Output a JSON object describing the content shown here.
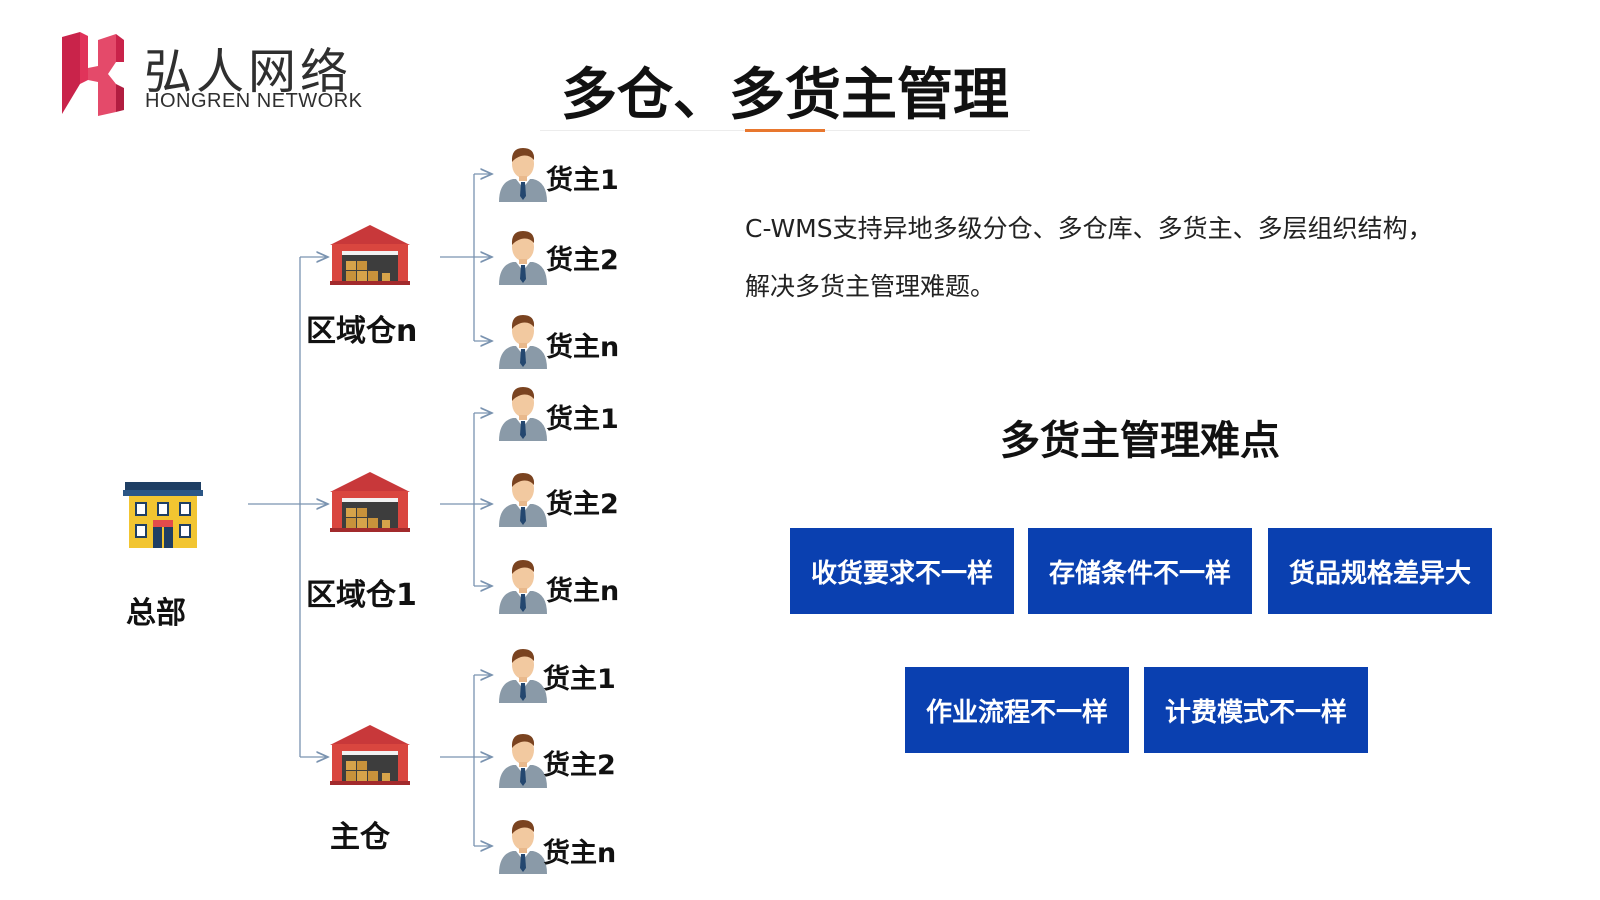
{
  "logo": {
    "cn": "弘人网络",
    "en": "HONGREN NETWORK",
    "icon": "hongren-h-logo",
    "brand_color": "#e0335a"
  },
  "title": "多仓、多货主管理",
  "colors": {
    "accent": "#e8772e",
    "tag_bg": "#0a40b0",
    "warehouse_red": "#c8383a",
    "connector": "#7a93b0"
  },
  "tree": {
    "root": {
      "label": "总部",
      "icon": "store-building-icon"
    },
    "warehouses": [
      {
        "label": "区域仓n",
        "icon": "warehouse-icon",
        "owners": [
          "货主1",
          "货主2",
          "货主n"
        ]
      },
      {
        "label": "区域仓1",
        "icon": "warehouse-icon",
        "owners": [
          "货主1",
          "货主2",
          "货主n"
        ]
      },
      {
        "label": "主仓",
        "icon": "warehouse-icon",
        "owners": [
          "货主1",
          "货主2",
          "货主n"
        ]
      }
    ],
    "owner_icon": "businessman-avatar-icon"
  },
  "description": {
    "line1": "C-WMS支持异地多级分仓、多仓库、多货主、多层组织结构，",
    "line2": "解决多货主管理难题。"
  },
  "difficulties": {
    "title": "多货主管理难点",
    "items": [
      "收货要求不一样",
      "存储条件不一样",
      "货品规格差异大",
      "作业流程不一样",
      "计费模式不一样"
    ]
  }
}
